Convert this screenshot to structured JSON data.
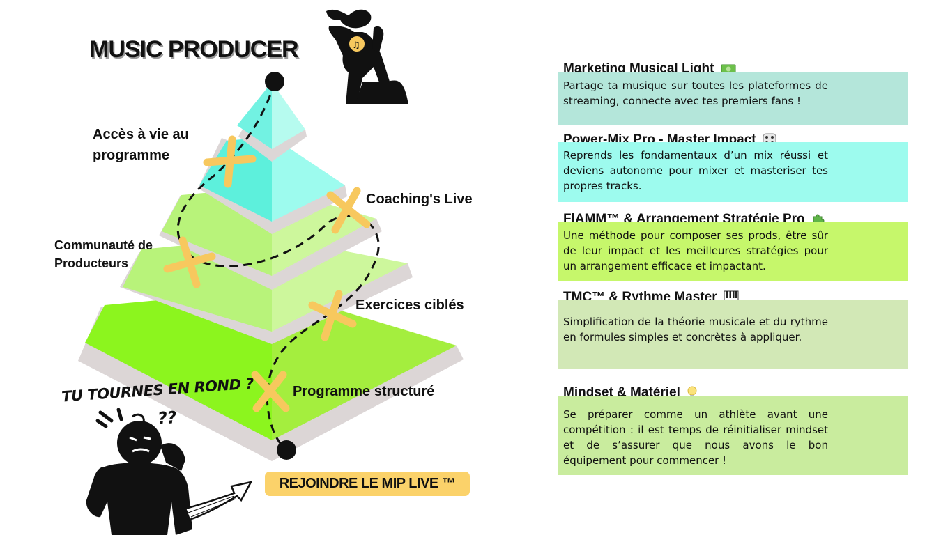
{
  "title": "MUSIC PRODUCER",
  "pyramid_labels": {
    "acces": "Accès à vie au programme",
    "acces_line1": "Accès à vie au",
    "acces_line2": "programme",
    "coaching": "Coaching's Live",
    "communaute_line1": "Communauté de",
    "communaute_line2": "Producteurs",
    "exercices": "Exercices ciblés",
    "programme": "Programme structuré"
  },
  "question": "TU TOURNES EN ROND ?",
  "question_marks": "??",
  "cta_label": "REJOINDRE LE MIP LIVE ™",
  "cards": [
    {
      "title": "Marketing Musical Light",
      "icon": "money-icon",
      "bg": "#b4e6da",
      "text": "Partage ta musique sur toutes les plateformes de streaming, connecte avec tes premiers fans !"
    },
    {
      "title": "Power-Mix Pro - Master  Impact",
      "icon": "dice-icon",
      "bg": "#9dfbee",
      "text": "Reprends les fondamentaux d’un mix réussi et deviens autonome pour mixer et masteriser tes propres tracks."
    },
    {
      "title": "FlAMM™ & Arrangement Stratégie Pro",
      "icon": "puzzle-icon",
      "bg": "#c6f76b",
      "text": "Une méthode pour composer ses prods, être sûr de leur impact et les meilleures stratégies pour un arrangement efficace et impactant."
    },
    {
      "title": "TMC™ & Rythme Master",
      "icon": "piano-icon",
      "bg": "#d2e8b6",
      "text": "Simplification de la théorie musicale et du rythme en formules simples et concrètes à appliquer."
    },
    {
      "title": "Mindset & Matériel",
      "icon": "lightbulb-icon",
      "bg": "#c9ec9e",
      "text": "Se préparer comme un athlète avant une compétition : il est temps de réinitialiser mindset et de s’assurer que nous avons le bon équipement pour commencer !"
    }
  ]
}
